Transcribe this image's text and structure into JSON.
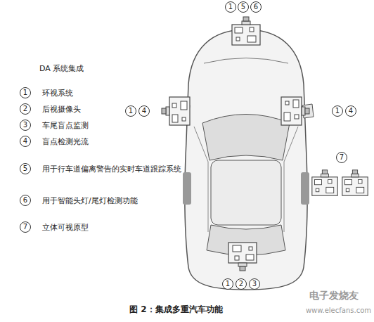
{
  "diagram": {
    "title": "DA 系统集成",
    "caption": "图 2：集成多重汽车功能",
    "nodes": [
      {
        "text": [
          "1"
        ]
      },
      {
        "text": [
          "5"
        ]
      },
      {
        "text": [
          "6"
        ]
      },
      {
        "text": [
          "1"
        ]
      },
      {
        "text": [
          "4"
        ]
      },
      {
        "text": [
          "1"
        ]
      },
      {
        "text": [
          "4"
        ]
      },
      {
        "text": [
          "7"
        ]
      },
      {
        "text": [
          "1"
        ]
      },
      {
        "text": [
          "2"
        ]
      },
      {
        "text": [
          "3"
        ]
      },
      {
        "text": [
          "1"
        ]
      },
      {
        "text": [
          "2"
        ]
      },
      {
        "text": [
          "3"
        ]
      },
      {
        "text": [
          "4"
        ]
      },
      {
        "text": [
          "5"
        ]
      },
      {
        "text": [
          "6"
        ]
      },
      {
        "text": [
          "7"
        ]
      }
    ],
    "labels": [
      "电子发烧友",
      "www.elecfans.com"
    ],
    "legend": [
      {
        "text": "环视系统"
      },
      {
        "text": "后视摄像头"
      },
      {
        "text": "车尾盲点监测"
      },
      {
        "text": "盲点检测光流"
      },
      {
        "text": "用于行车道偏离警告的实时车道跟踪系统"
      },
      {
        "text": "用于智能头灯/尾灯检测功能"
      },
      {
        "text": "立体可视原型"
      }
    ]
  }
}
